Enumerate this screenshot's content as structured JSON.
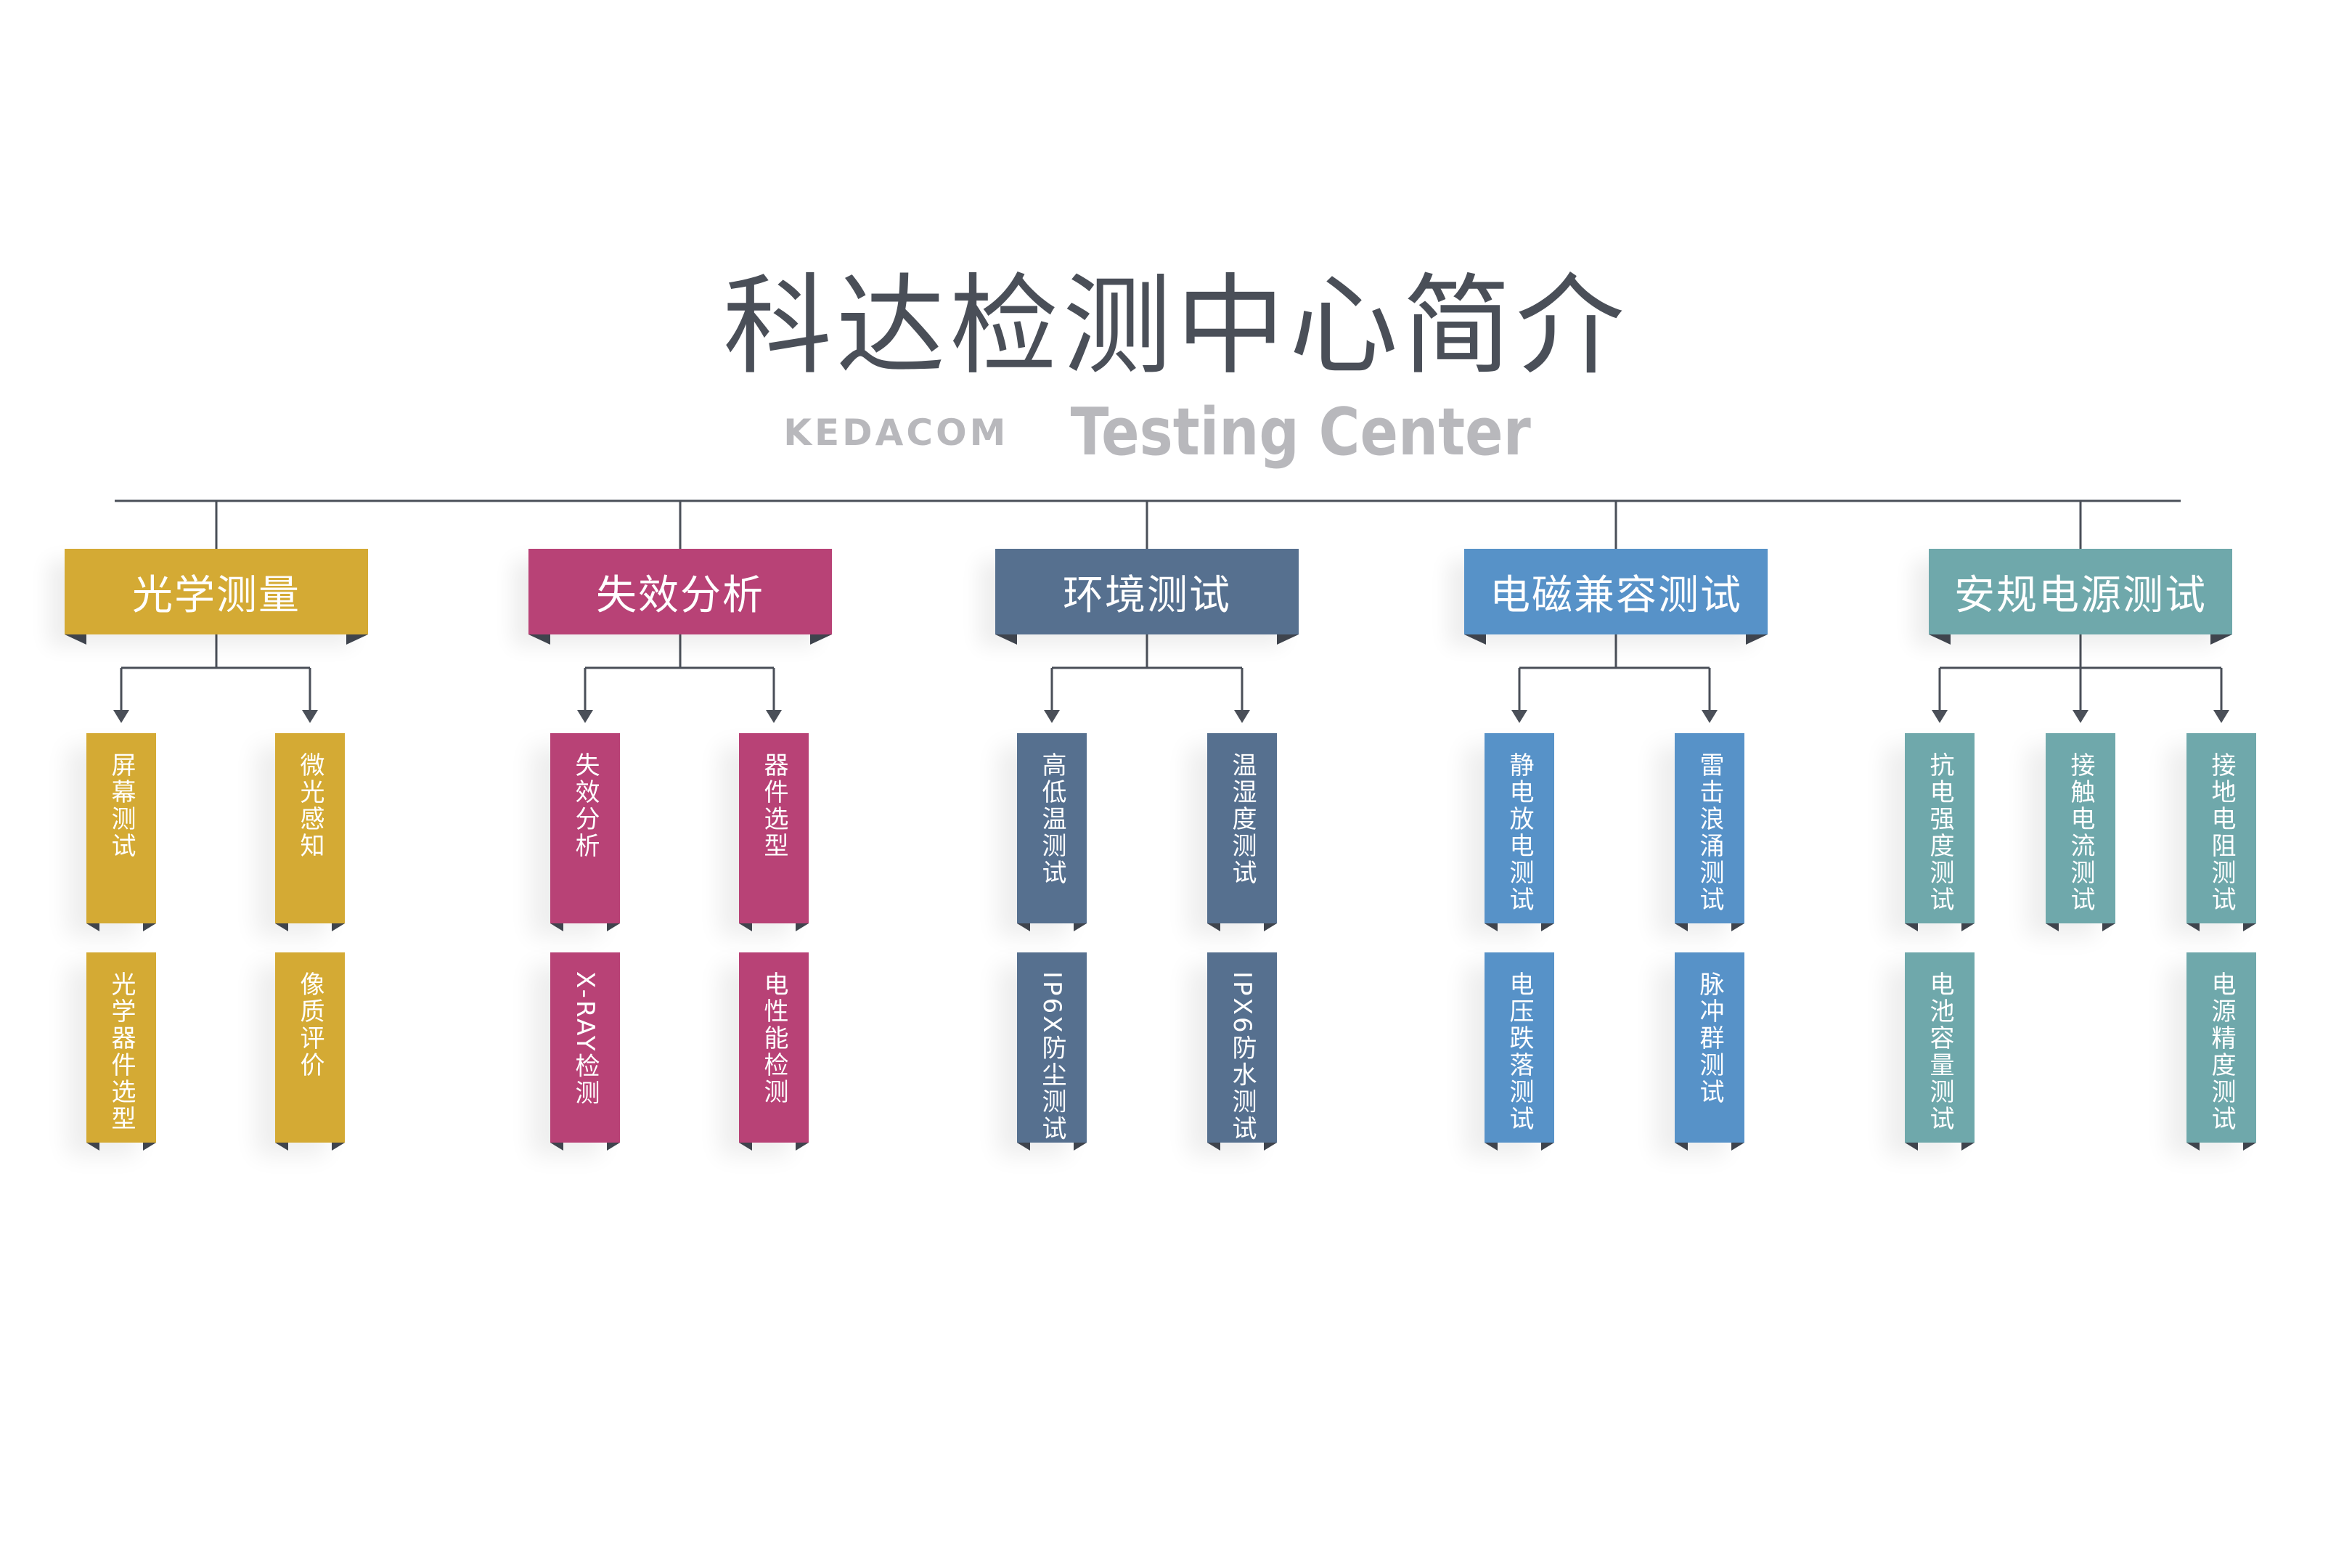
{
  "title": "科达检测中心简介",
  "subtitle": {
    "brand": "KEDACOM",
    "name": "Testing Center"
  },
  "categories": [
    {
      "label": "光学测量",
      "color": "#d4aa34",
      "tests": [
        "屏幕测试",
        "微光感知",
        "光学器件选型",
        "像质评价"
      ]
    },
    {
      "label": "失效分析",
      "color": "#b84276",
      "tests": [
        "失效分析",
        "器件选型",
        "X-RAY检测",
        "电性能检测"
      ]
    },
    {
      "label": "环境测试",
      "color": "#56708f",
      "tests": [
        "高低温测试",
        "温湿度测试",
        "IP6X防尘测试",
        "IPX6防水测试"
      ]
    },
    {
      "label": "电磁兼容测试",
      "color": "#5792c8",
      "tests": [
        "静电放电测试",
        "雷击浪涌测试",
        "电压跌落测试",
        "脉冲群测试"
      ]
    },
    {
      "label": "安规电源测试",
      "color": "#6fa8ab",
      "tests": [
        "抗电强度测试",
        "接触电流测试",
        "接地电阻测试",
        "电池容量测试",
        "电源精度测试"
      ]
    }
  ],
  "colors": {
    "line": "#4a4f58",
    "title": "#4a4f58",
    "subtitle": "#b8b8bc"
  }
}
